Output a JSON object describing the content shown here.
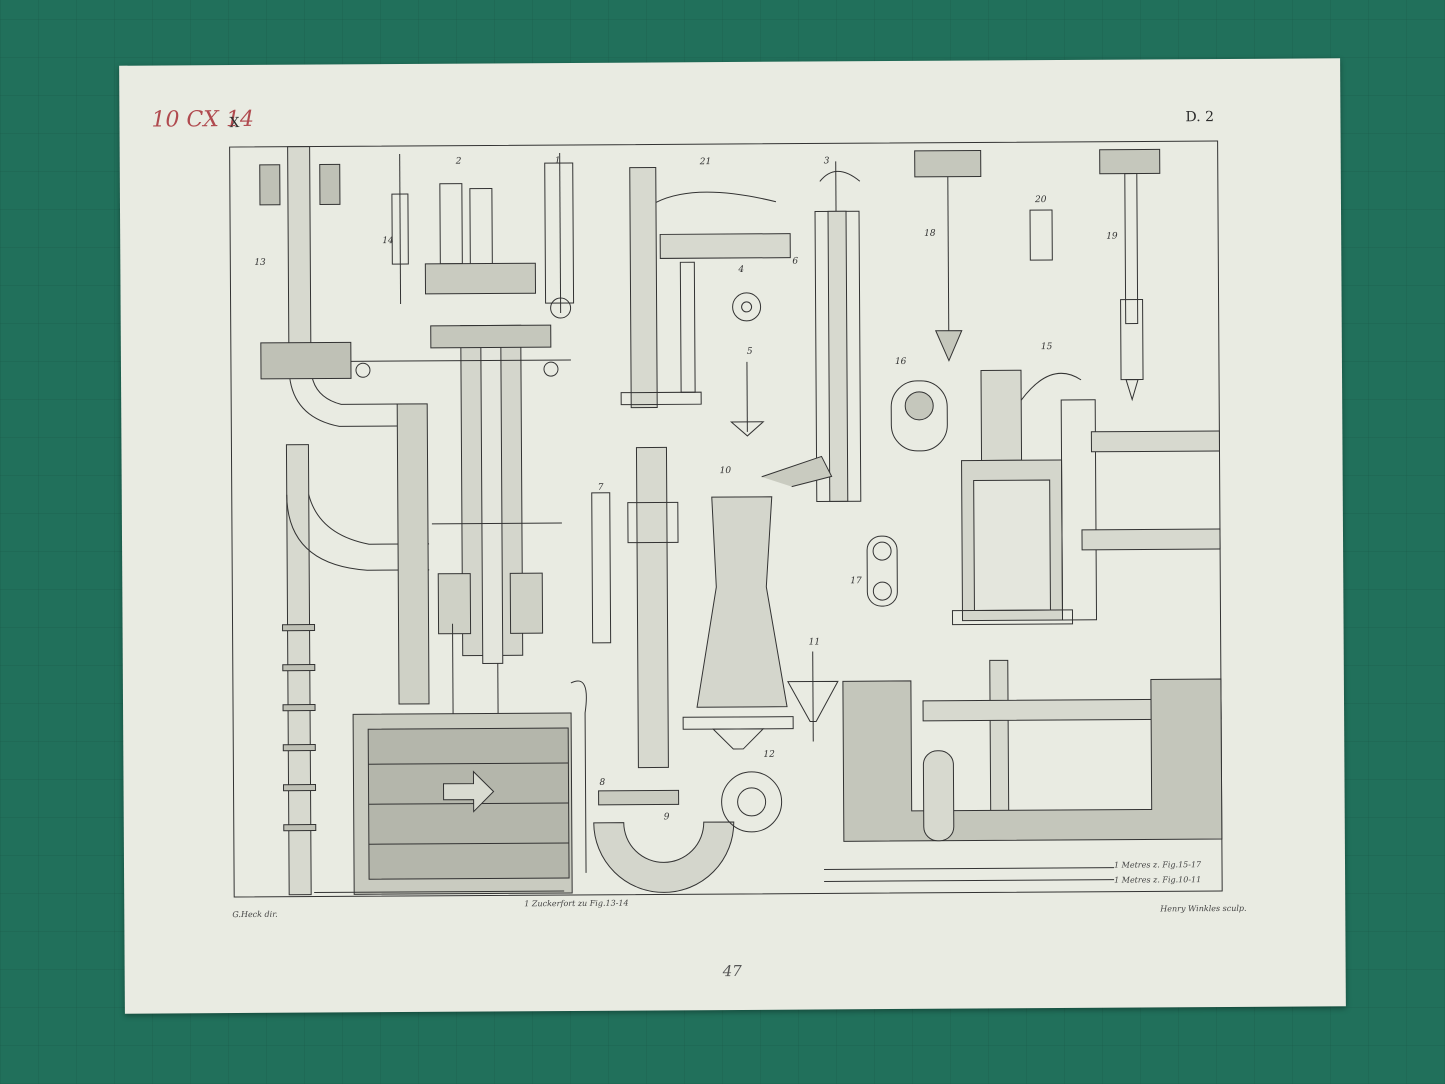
{
  "sheet": {
    "handwritten_ref": "10 CX 14",
    "section_mark": "X",
    "plate_number": "D. 2",
    "credit_left": "G.Heck dir.",
    "credit_right": "Henry Winkles sculp.",
    "page_number": "47"
  },
  "figure_numbers": [
    "1",
    "2",
    "3",
    "4",
    "5",
    "6",
    "7",
    "8",
    "9",
    "10",
    "11",
    "12",
    "13",
    "14",
    "15",
    "16",
    "17",
    "18",
    "19",
    "20",
    "21"
  ],
  "scales": {
    "left": "1 Zuckerfort zu Fig.13-14",
    "right_top": "1 Metres z. Fig.15-17",
    "right_bottom": "1 Metres z. Fig.10-11"
  },
  "colors": {
    "background": "#21705b",
    "paper": "#e9ebe2",
    "ink": "#2c2c2c",
    "pencil": "#b04a4f"
  }
}
